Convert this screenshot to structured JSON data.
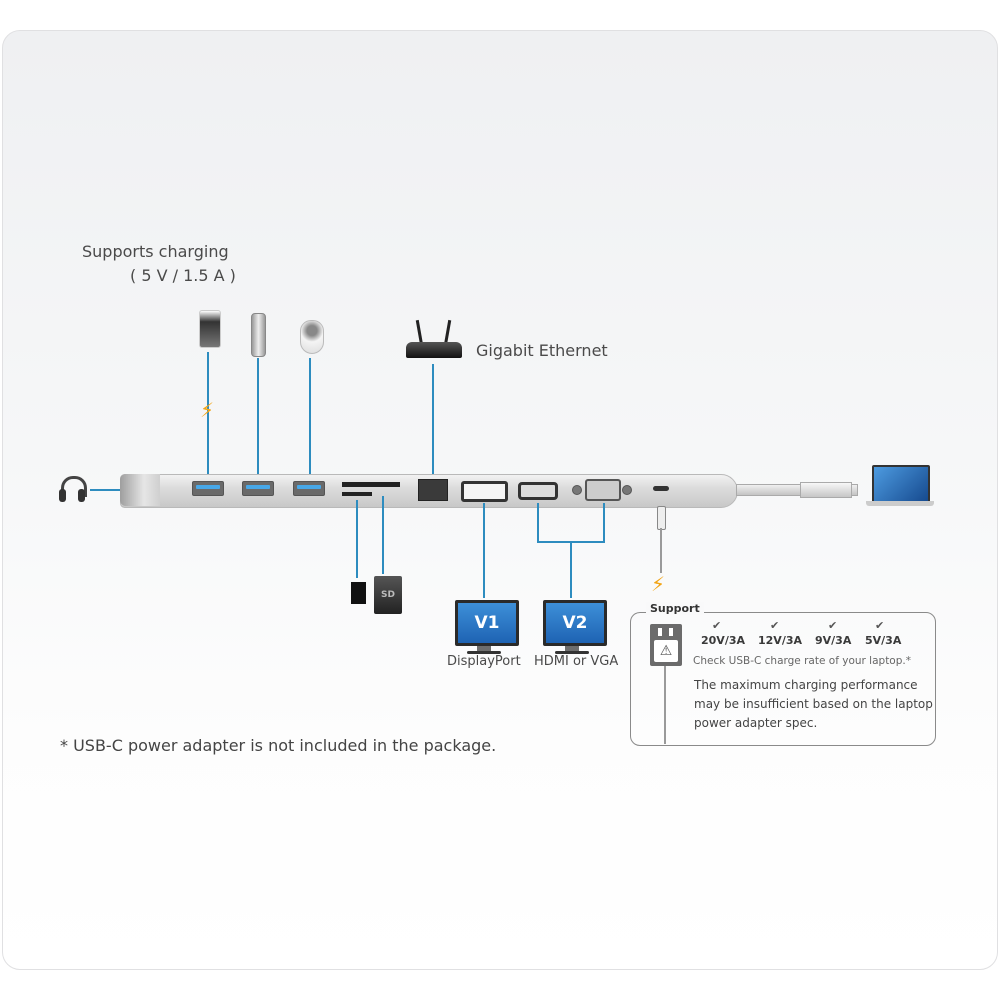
{
  "labels": {
    "charging_title": "Supports charging",
    "charging_spec": "( 5 V / 1.5 A )",
    "ethernet": "Gigabit Ethernet",
    "displayport": "DisplayPort",
    "hdmi_vga": "HDMI or VGA",
    "monitor_v1": "V1",
    "monitor_v2": "V2",
    "sd_card": "SD",
    "footnote": "* USB-C power adapter is not included in the package."
  },
  "support_box": {
    "title": "Support",
    "rates": [
      "20V/3A",
      "12V/3A",
      "9V/3A",
      "5V/3A"
    ],
    "check_note": "Check USB-C charge rate of your laptop.*",
    "warning_lines": [
      "The maximum charging performance",
      "may be insufficient based on the laptop",
      "power adapter spec."
    ]
  },
  "icons": [
    "headphones-icon",
    "smartphone-icon",
    "usb-flash-drive-icon",
    "mouse-icon",
    "router-icon",
    "lightning-icon",
    "microsd-card-icon",
    "sd-card-icon",
    "monitor-icon",
    "laptop-icon",
    "power-adapter-icon",
    "warning-icon",
    "checkmark-icon"
  ],
  "colors": {
    "wire": "#2d8cbf",
    "usb_port": "#48a8e8",
    "lightning": "#f2a516",
    "monitor": "#2a72c4"
  }
}
